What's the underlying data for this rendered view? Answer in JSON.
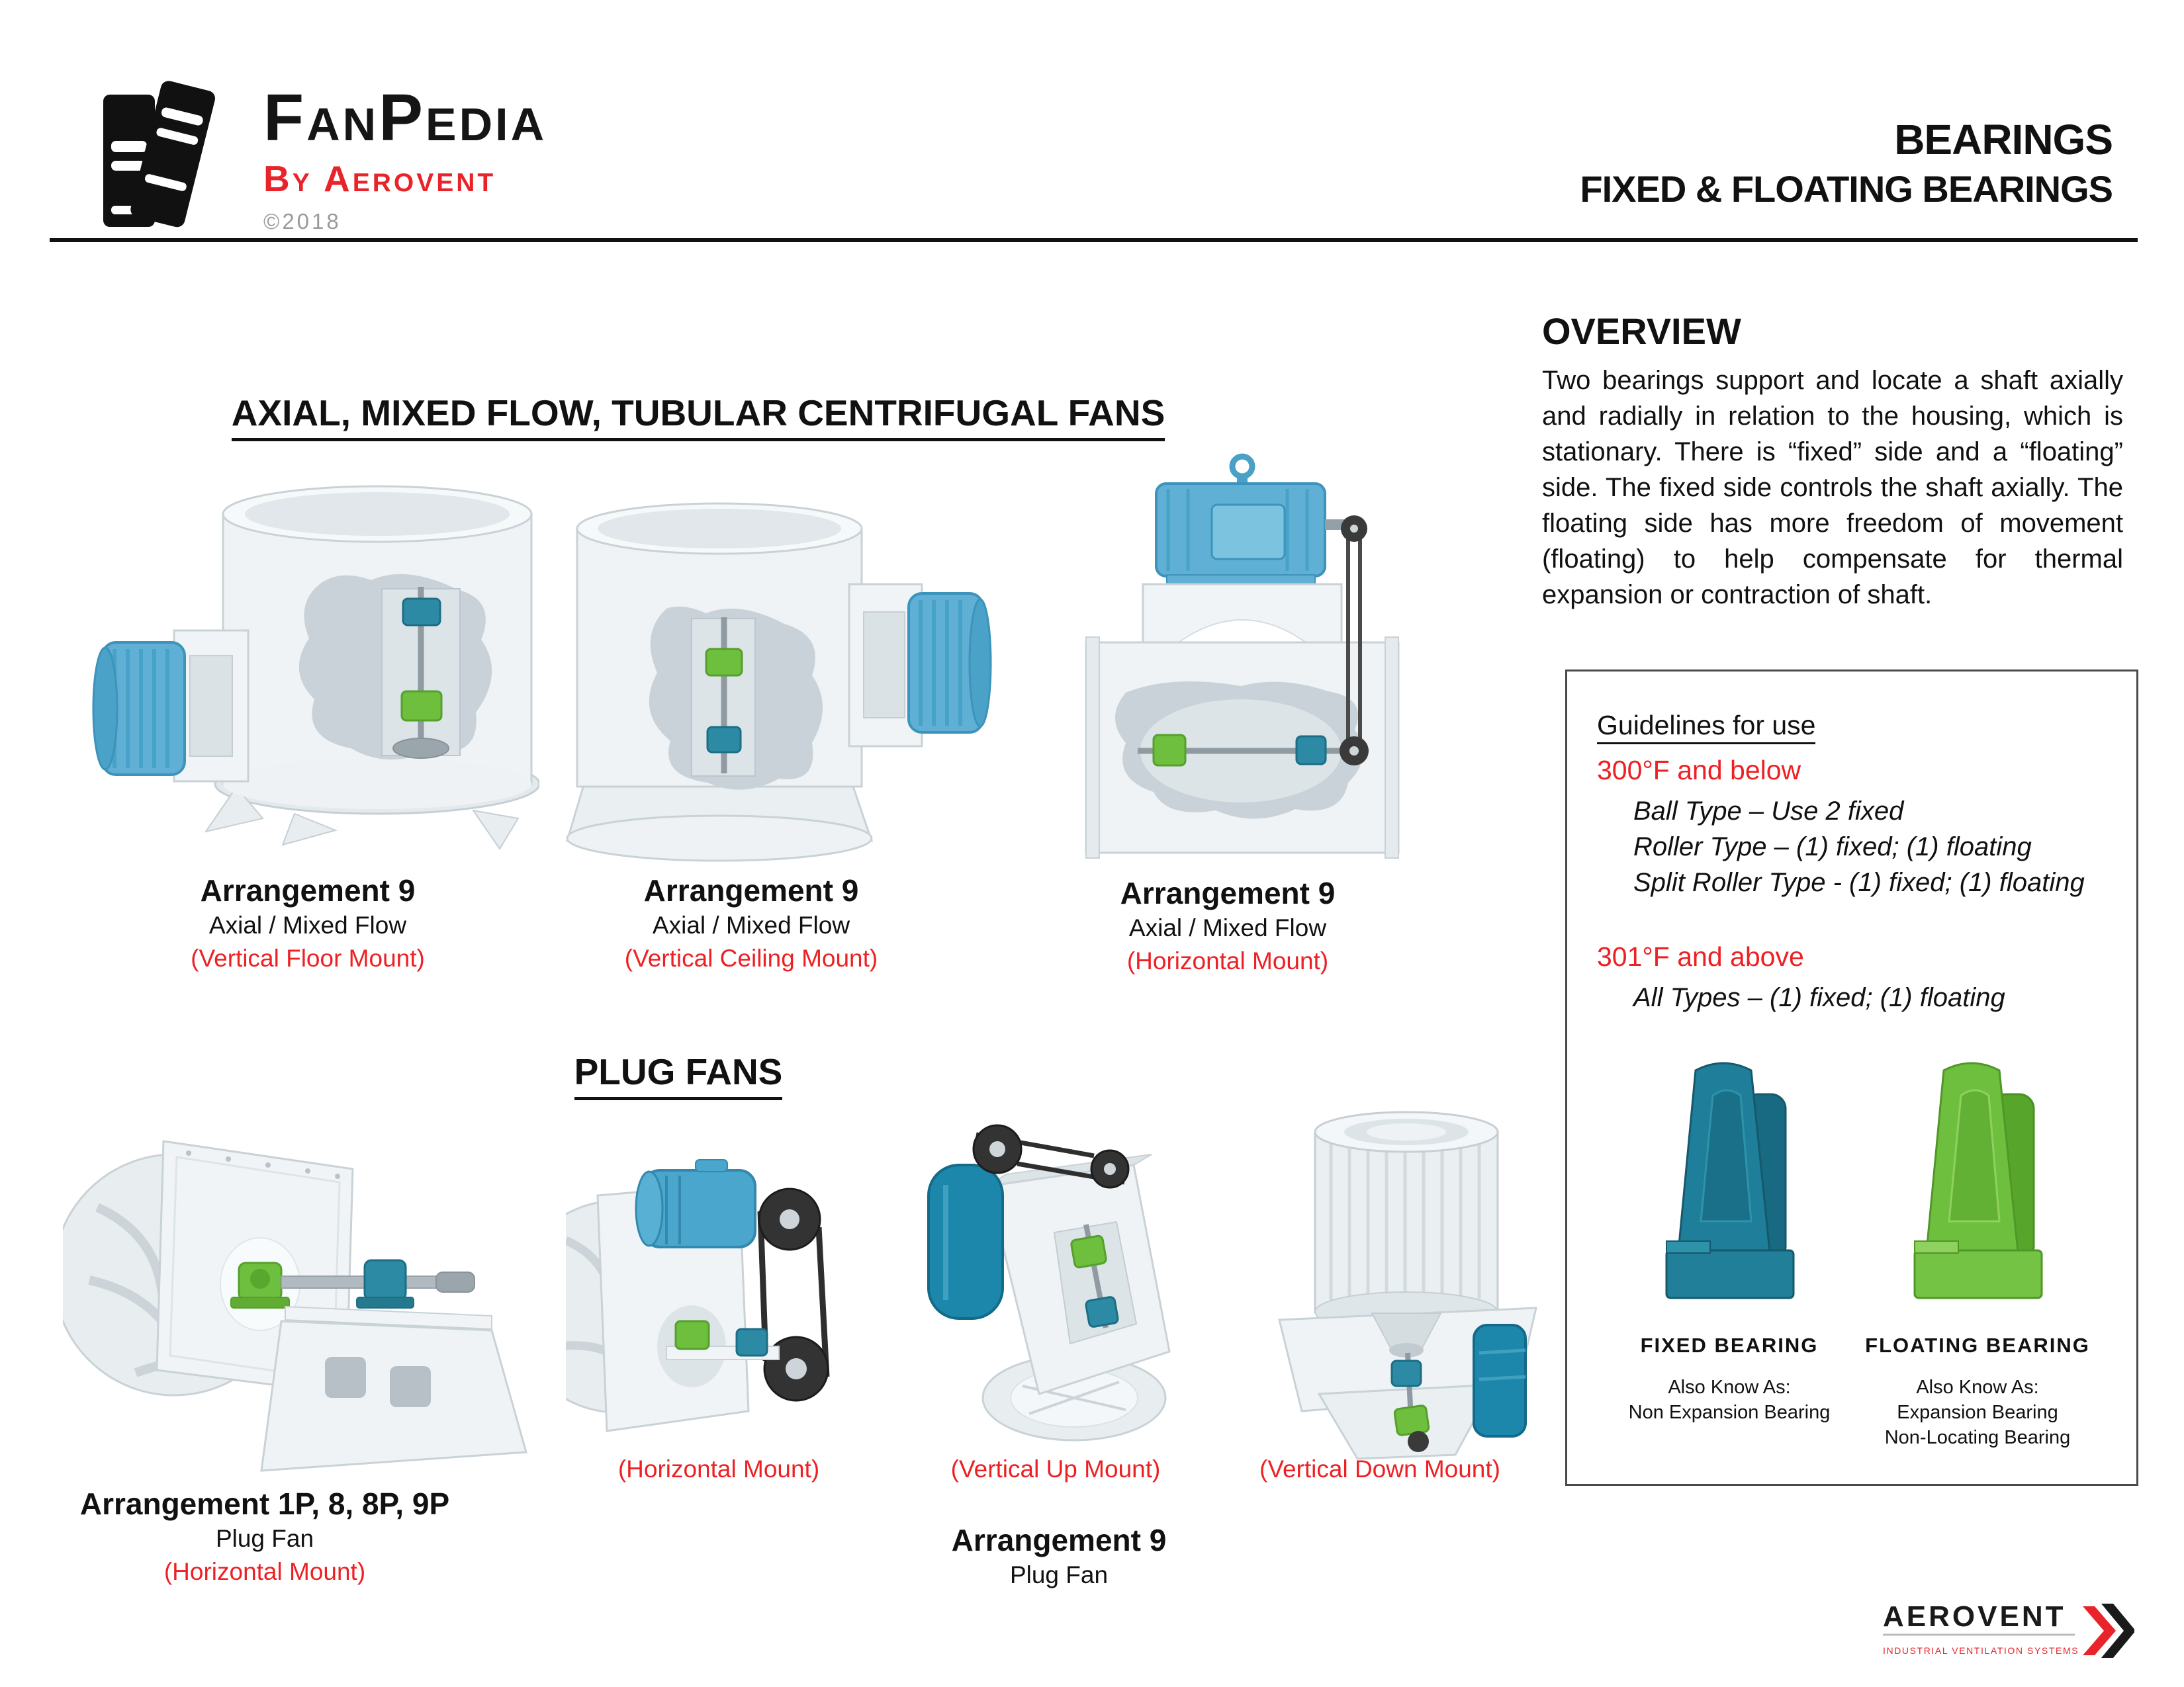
{
  "header": {
    "logo_title": "FanPedia",
    "logo_byline": "By Aerovent",
    "logo_copyright": "©2018",
    "page_title": "BEARINGS",
    "page_subtitle": "FIXED & FLOATING BEARINGS"
  },
  "sections": {
    "axial_heading": "AXIAL, MIXED FLOW, TUBULAR CENTRIFUGAL FANS",
    "plug_heading": "PLUG FANS"
  },
  "fans_top": [
    {
      "name": "Arrangement 9",
      "type": "Axial / Mixed Flow",
      "mount": "(Vertical Floor Mount)"
    },
    {
      "name": "Arrangement 9",
      "type": "Axial / Mixed Flow",
      "mount": "(Vertical Ceiling Mount)"
    },
    {
      "name": "Arrangement 9",
      "type": "Axial / Mixed Flow",
      "mount": "(Horizontal Mount)"
    }
  ],
  "fans_bottom": {
    "left": {
      "name": "Arrangement 1P, 8, 8P, 9P",
      "type": "Plug Fan",
      "mount": "(Horizontal Mount)"
    },
    "mounts": [
      "(Horizontal Mount)",
      "(Vertical Up Mount)",
      "(Vertical Down Mount)"
    ],
    "center": {
      "name": "Arrangement 9",
      "type": "Plug Fan"
    }
  },
  "overview": {
    "heading": "OVERVIEW",
    "body": "Two bearings support and locate a shaft axially and radially in relation to the housing, which is stationary. There is “fixed” side and a “floating” side. The fixed side controls the shaft axially. The floating side has more freedom of movement (floating) to help compensate for thermal expansion or contraction of shaft."
  },
  "guidelines": {
    "heading": "Guidelines for use",
    "temp_low": "300°F and below",
    "rules_low": [
      "Ball Type – Use 2 fixed",
      "Roller Type – (1) fixed; (1) floating",
      "Split Roller Type - (1) fixed; (1) floating"
    ],
    "temp_high": "301°F and above",
    "rules_high": [
      "All Types – (1) fixed; (1) floating"
    ],
    "fixed_label": "FIXED BEARING",
    "floating_label": "FLOATING BEARING",
    "aka_label": "Also Know As:",
    "fixed_aka": [
      "Non Expansion Bearing"
    ],
    "floating_aka": [
      "Expansion Bearing",
      "Non-Locating Bearing"
    ]
  },
  "footer": {
    "brand": "AEROVENT",
    "tagline": "INDUSTRIAL VENTILATION SYSTEMS"
  },
  "colors": {
    "accent_red": "#ED2024",
    "bearing_fixed_teal": "#1F7E99",
    "bearing_floating_green": "#6FBF3F",
    "motor_blue": "#5FB0D4",
    "motor_teal": "#1D87AB"
  }
}
